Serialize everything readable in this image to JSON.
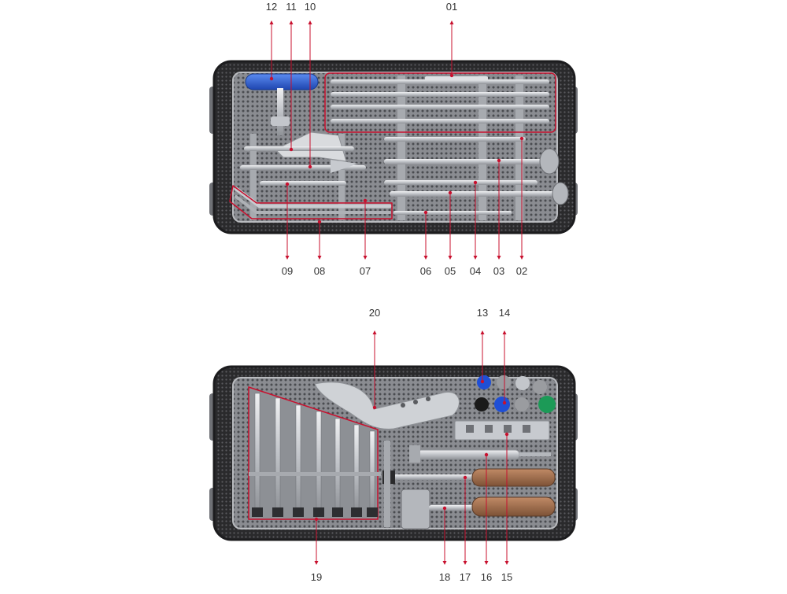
{
  "colors": {
    "callout_line": "#c8102e",
    "tray_frame": "#2a2a2c",
    "tray_mesh": "#7d7f84",
    "instrument_steel": "#c9ccd1",
    "handle_blue": "#2f63d1",
    "handle_wood": "#9b6a4a",
    "ball_blue": "#1f4fd6",
    "ball_green": "#1c9a57",
    "ball_black": "#1a1a1a",
    "ball_grey": "#9a9ca0"
  },
  "top_tray": {
    "labels_above": [
      "12",
      "11",
      "10",
      "01"
    ],
    "labels_below": [
      "09",
      "08",
      "07",
      "06",
      "05",
      "04",
      "03",
      "02"
    ]
  },
  "bottom_tray": {
    "labels_above": [
      "20",
      "13",
      "14"
    ],
    "labels_below": [
      "19",
      "18",
      "17",
      "16",
      "15"
    ]
  }
}
